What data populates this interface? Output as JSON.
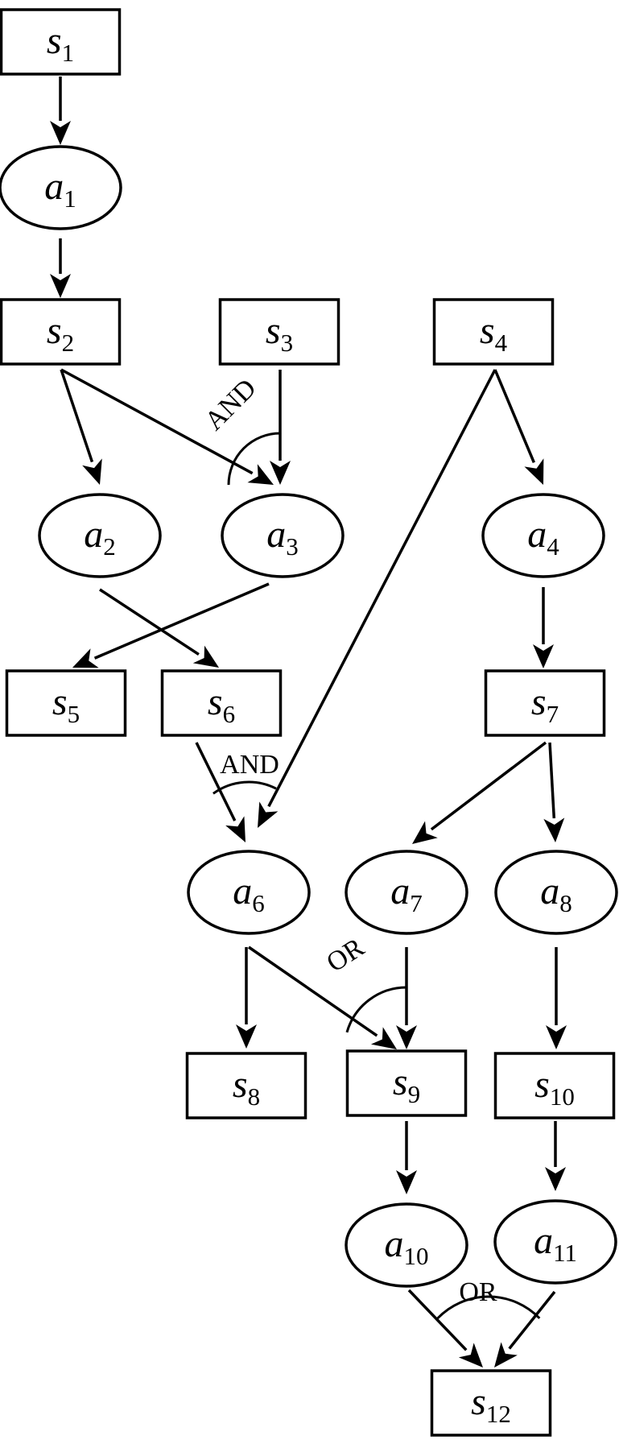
{
  "nodes": [
    {
      "id": "s1",
      "kind": "state",
      "letter": "s",
      "sub": "1"
    },
    {
      "id": "a1",
      "kind": "action",
      "letter": "a",
      "sub": "1"
    },
    {
      "id": "s2",
      "kind": "state",
      "letter": "s",
      "sub": "2"
    },
    {
      "id": "s3",
      "kind": "state",
      "letter": "s",
      "sub": "3"
    },
    {
      "id": "s4",
      "kind": "state",
      "letter": "s",
      "sub": "4"
    },
    {
      "id": "a2",
      "kind": "action",
      "letter": "a",
      "sub": "2"
    },
    {
      "id": "a3",
      "kind": "action",
      "letter": "a",
      "sub": "3"
    },
    {
      "id": "a4",
      "kind": "action",
      "letter": "a",
      "sub": "4"
    },
    {
      "id": "s5",
      "kind": "state",
      "letter": "s",
      "sub": "5"
    },
    {
      "id": "s6",
      "kind": "state",
      "letter": "s",
      "sub": "6"
    },
    {
      "id": "s7",
      "kind": "state",
      "letter": "s",
      "sub": "7"
    },
    {
      "id": "a6",
      "kind": "action",
      "letter": "a",
      "sub": "6"
    },
    {
      "id": "a7",
      "kind": "action",
      "letter": "a",
      "sub": "7"
    },
    {
      "id": "a8",
      "kind": "action",
      "letter": "a",
      "sub": "8"
    },
    {
      "id": "s8",
      "kind": "state",
      "letter": "s",
      "sub": "8"
    },
    {
      "id": "s9",
      "kind": "state",
      "letter": "s",
      "sub": "9"
    },
    {
      "id": "s10",
      "kind": "state",
      "letter": "s",
      "sub": "10"
    },
    {
      "id": "a10",
      "kind": "action",
      "letter": "a",
      "sub": "10"
    },
    {
      "id": "a11",
      "kind": "action",
      "letter": "a",
      "sub": "11"
    },
    {
      "id": "s12",
      "kind": "state",
      "letter": "s",
      "sub": "12"
    }
  ],
  "edges": [
    {
      "from": "s1",
      "to": "a1"
    },
    {
      "from": "a1",
      "to": "s2"
    },
    {
      "from": "s2",
      "to": "a2"
    },
    {
      "from": "s2",
      "to": "a3"
    },
    {
      "from": "s3",
      "to": "a3"
    },
    {
      "from": "s4",
      "to": "a6"
    },
    {
      "from": "s4",
      "to": "a4"
    },
    {
      "from": "a3",
      "to": "s5"
    },
    {
      "from": "a2",
      "to": "s6"
    },
    {
      "from": "a4",
      "to": "s7"
    },
    {
      "from": "s6",
      "to": "a6"
    },
    {
      "from": "s7",
      "to": "a7"
    },
    {
      "from": "s7",
      "to": "a8"
    },
    {
      "from": "a6",
      "to": "s8"
    },
    {
      "from": "a6",
      "to": "s9"
    },
    {
      "from": "a7",
      "to": "s9"
    },
    {
      "from": "a8",
      "to": "s10"
    },
    {
      "from": "s9",
      "to": "a10"
    },
    {
      "from": "s10",
      "to": "a11"
    },
    {
      "from": "a10",
      "to": "s12"
    },
    {
      "from": "a11",
      "to": "s12"
    }
  ],
  "gates": [
    {
      "id": "and-a3",
      "label": "AND",
      "target": "a3"
    },
    {
      "id": "and-a6",
      "label": "AND",
      "target": "a6"
    },
    {
      "id": "or-s9",
      "label": "OR",
      "target": "s9"
    },
    {
      "id": "or-s12",
      "label": "OR",
      "target": "s12"
    }
  ]
}
